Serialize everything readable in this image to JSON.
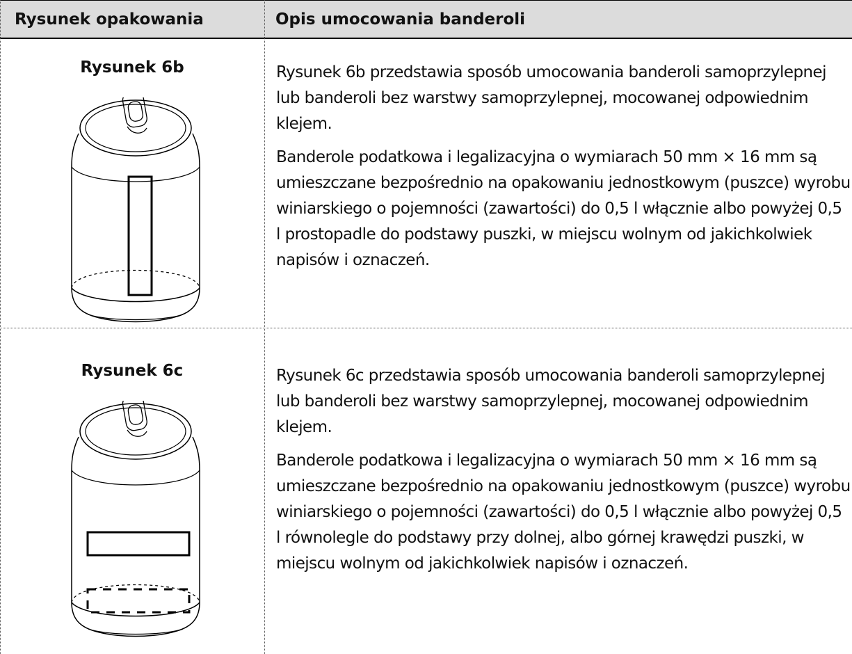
{
  "header": {
    "col1": "Rysunek opakowania",
    "col2": "Opis umocowania banderoli"
  },
  "rows": [
    {
      "figure_title": "Rysunek 6b",
      "p1": "Rysunek 6b przedstawia sposób umocowania banderoli samoprzylepnej lub banderoli bez warstwy samoprzylepnej, mocowanej odpowiednim klejem.",
      "p2": "Banderole podatkowa i legalizacyjna o wymiarach 50 mm × 16 mm są umieszczane bezpośrednio na opakowaniu jednostkowym (puszce) wyrobu winiarskiego o pojemności (zawartości) do 0,5 l włącznie albo powyżej 0,5 l prostopadle do podstawy puszki, w miejscu wolnym od jakichkolwiek napisów i oznaczeń."
    },
    {
      "figure_title": "Rysunek 6c",
      "p1": "Rysunek 6c przedstawia sposób umocowania banderoli samoprzylepnej lub banderoli bez warstwy samoprzylepnej, mocowanej odpowiednim klejem.",
      "p2": "Banderole podatkowa i legalizacyjna o wymiarach 50 mm × 16 mm są umieszczane bezpośrednio na opakowaniu jednostkowym (puszce) wyrobu winiarskiego o pojemności (zawartości) do 0,5 l włącznie albo powyżej 0,5 l równolegle do podstawy przy dolnej, albo górnej krawędzi puszki, w miejscu wolnym od jakichkolwiek napisów i oznaczeń."
    }
  ]
}
